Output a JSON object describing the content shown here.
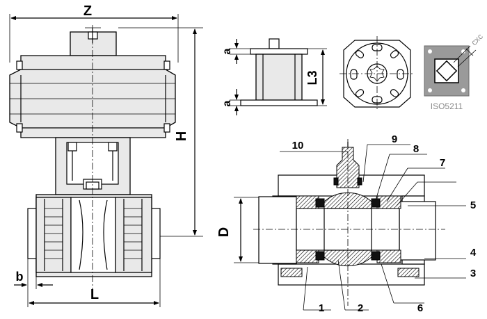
{
  "labels": {
    "overall_width": "Z",
    "height": "H",
    "length": "L",
    "flange_b": "b",
    "diameter": "D",
    "bracket_height": "L3",
    "gap_a_top": "a",
    "gap_a_bottom": "a",
    "flat_size": "cxc",
    "iso_standard": "ISO5211"
  },
  "callouts": [
    "1",
    "2",
    "3",
    "4",
    "5",
    "6",
    "7",
    "8",
    "9",
    "10"
  ]
}
